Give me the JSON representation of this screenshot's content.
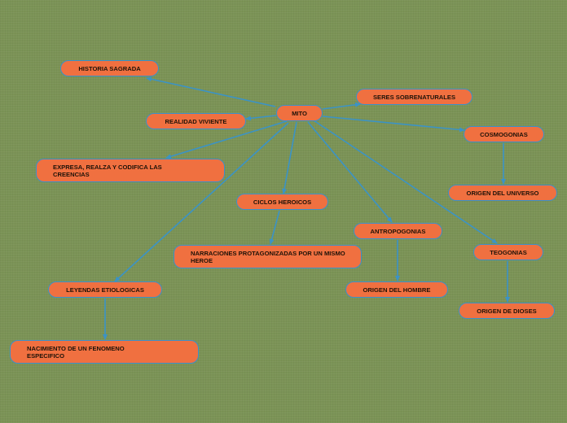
{
  "map": {
    "root": "MITO",
    "historia": "HISTORIA SAGRADA",
    "realidad": "REALIDAD VIVIENTE",
    "expresa": "EXPRESA, REALZA Y CODIFICA LAS CREENCIAS",
    "ciclos": "CICLOS HEROICOS",
    "narraciones": "NARRACIONES PROTAGONIZADAS POR UN MISMO HEROE",
    "leyendas": "LEYENDAS ETIOLOGICAS",
    "nacimiento": "NACIMIENTO DE UN FENOMENO ESPECIFICO",
    "seres": "SERES SOBRENATURALES",
    "cosmogonias": "COSMOGONIAS",
    "universo": "ORIGEN DEL UNIVERSO",
    "antropogonias": "ANTROPOGONIAS",
    "hombre": "ORIGEN DEL HOMBRE",
    "teogonias": "TEOGONIAS",
    "dioses": "ORIGEN DE DIOSES"
  },
  "colors": {
    "background": "#7b9356",
    "node_fill": "#f07040",
    "node_border": "#3d8fc8",
    "connector": "#3b93c6",
    "text": "#1e1208"
  }
}
